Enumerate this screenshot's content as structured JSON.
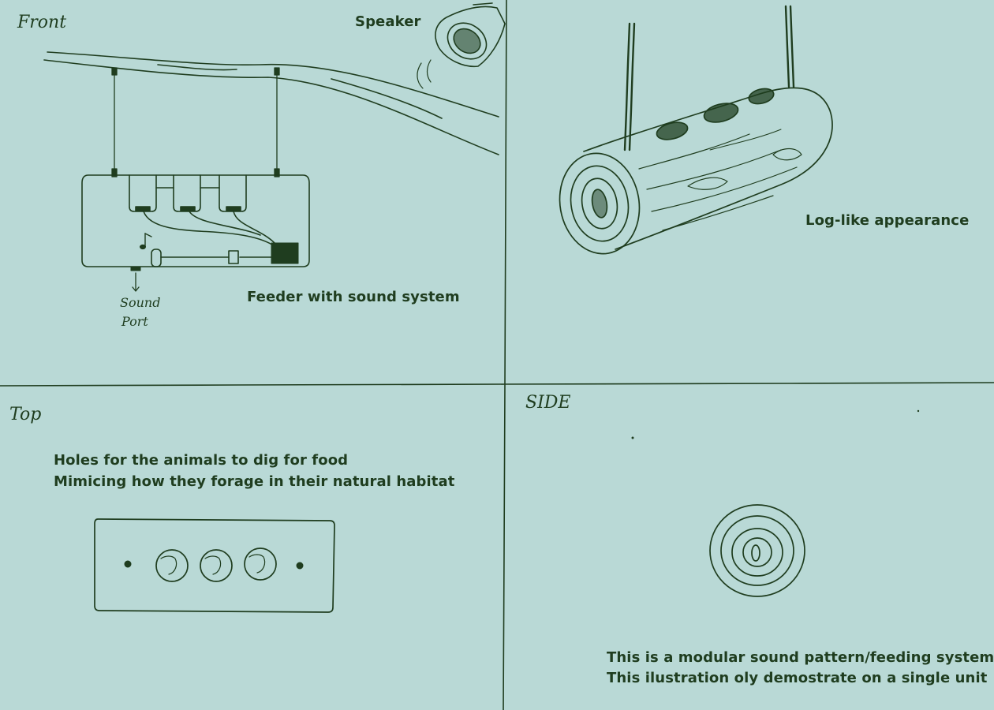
{
  "quadrants": {
    "front": {
      "view_label": "Front",
      "speaker_label": "Speaker",
      "sound_port_label": [
        "Sound",
        "Port"
      ],
      "caption": "Feeder with sound system"
    },
    "perspective": {
      "caption": "Log-like appearance"
    },
    "top": {
      "view_label": "Top",
      "caption_lines": [
        "Holes for the animals to dig for food",
        "Mimicing how they forage in their natural habitat"
      ]
    },
    "side": {
      "view_label": "SIDE",
      "caption_lines": [
        "This is a modular sound pattern/feeding system.",
        "This ilustration oly demostrate on a single unit"
      ]
    }
  },
  "colors": {
    "paper": "#b9d9d6",
    "ink": "#1f3d1f"
  }
}
